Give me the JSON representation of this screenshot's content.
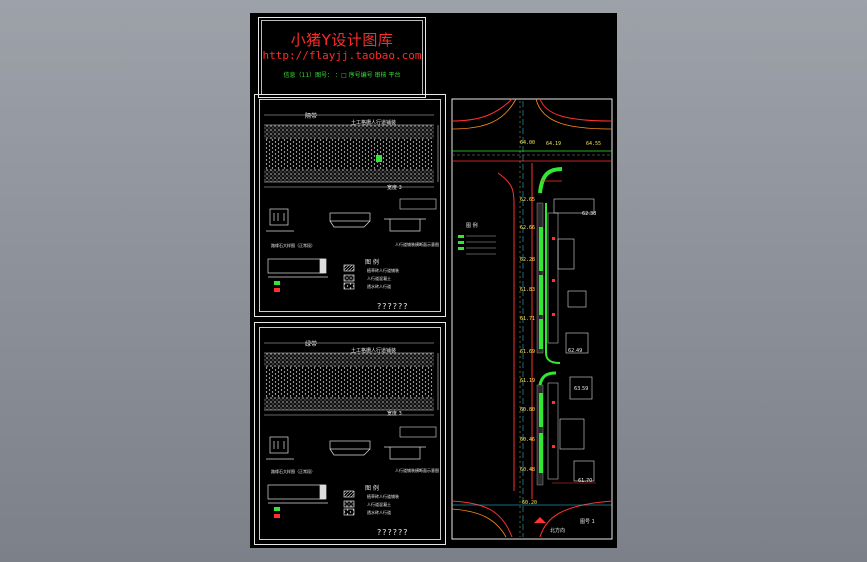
{
  "title_block": {
    "main": "小猪Y设计图库",
    "url": "http://flayjj.taobao.com",
    "sub": "信息（11）图号：  ：□  序号编号    审核  平台"
  },
  "panel_top": {
    "label": "隔带",
    "band_title": "土工格栅人行道铺装",
    "dim_bottom": "宽度 3",
    "legend_title": "图 例",
    "legend_items": [
      "植草砖人行道铺装",
      "人行道混凝土",
      "透水砖人行道"
    ],
    "question": "??????",
    "caption_1": "路缘石大样图（正常段）",
    "caption_2": "人行道铺装横断面示意图"
  },
  "panel_bottom": {
    "label": "绿带",
    "band_title": "土工格栅人行道铺装",
    "dim_bottom": "宽度 3",
    "legend_title": "图 例",
    "legend_items": [
      "植草砖人行道铺装",
      "人行道混凝土",
      "透水砖人行道"
    ],
    "question": "??????",
    "caption_1": "路缘石大样图（正常段）",
    "caption_2": "人行道铺装横断面示意图"
  },
  "plan": {
    "elevations_top": [
      "64.00",
      "64.19",
      "64.55"
    ],
    "elevations_left": [
      "62.65",
      "62.66",
      "62.28",
      "61.83",
      "61.71",
      "61.69",
      "61.19",
      "60.80",
      "60.46",
      "60.48"
    ],
    "elevations_right": [
      "62.38",
      "62.49",
      "63.59",
      "61.70"
    ],
    "elevation_bottom": "60.20",
    "legend_label": "图 例",
    "drawing_no": "图号 1",
    "north_label": "北方向"
  },
  "colors": {
    "sheet": "#000000",
    "border": "#e8e8e8",
    "title_red": "#ff2a2a",
    "green": "#33e633",
    "yellow": "#ffe14d",
    "road_red": "#ff3030",
    "road_orange": "#ff8a1a",
    "cyan": "#2ad9ff"
  }
}
